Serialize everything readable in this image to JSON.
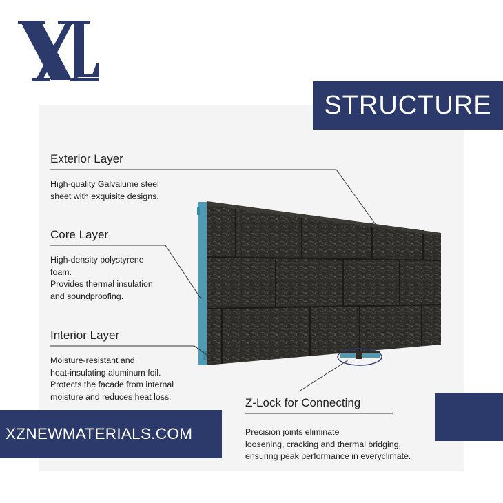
{
  "brand": {
    "logo_text": "XL",
    "website": "XZNEWMATERIALS.COM",
    "color_navy": "#2b3a6a"
  },
  "title": "STRUCTURE",
  "layers": [
    {
      "heading": "Exterior Layer",
      "lines": [
        "High-quality Galvalume steel",
        "sheet with exquisite designs."
      ]
    },
    {
      "heading": "Core Layer",
      "lines": [
        "High-density polystyrene",
        "foam.",
        "Provides thermal insulation",
        "and soundproofing."
      ]
    },
    {
      "heading": "Interior Layer",
      "lines": [
        "Moisture-resistant and",
        "heat-insulating aluminum foil.",
        "Protects the facade from internal",
        "moisture and reduces heat loss."
      ]
    },
    {
      "heading": "Z-Lock for Connecting",
      "lines": [
        "Precision joints eliminate",
        "loosening, cracking and thermal bridging,",
        "ensuring peak performance in everyclimate."
      ]
    }
  ],
  "colors": {
    "panel_surface": "#2e2d29",
    "core_foam": "#4f9bb5",
    "panel_bg": "#f4f4f4"
  }
}
